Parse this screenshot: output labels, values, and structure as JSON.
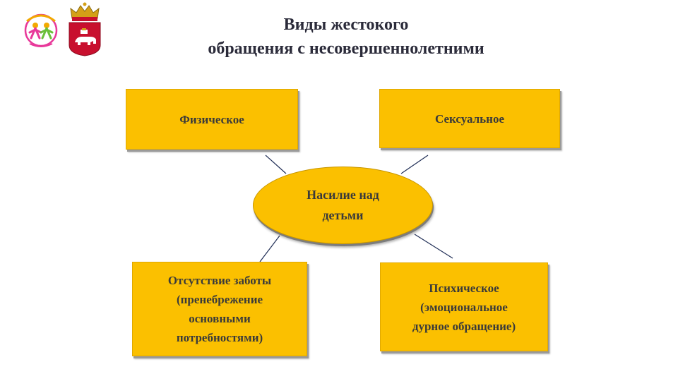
{
  "title": {
    "line1": "Виды жестокого",
    "line2": "обращения с несовершеннолетними"
  },
  "logos": {
    "left": "organization-logo-children",
    "right": "perm-krai-coat-of-arms"
  },
  "diagram": {
    "center": "Насилие над\nдетьми",
    "nodes": {
      "physical": "Физическое",
      "sexual": "Сексуальное",
      "neglect": "Отсутствие заботы\n(пренебрежение\nосновными\nпотребностями)",
      "psychological": "Психическое\n(эмоциональное\nдурное обращение)"
    }
  },
  "colors": {
    "box_fill": "#fbc000",
    "title_text": "#2b2b3a",
    "coat_red": "#c8102e"
  }
}
